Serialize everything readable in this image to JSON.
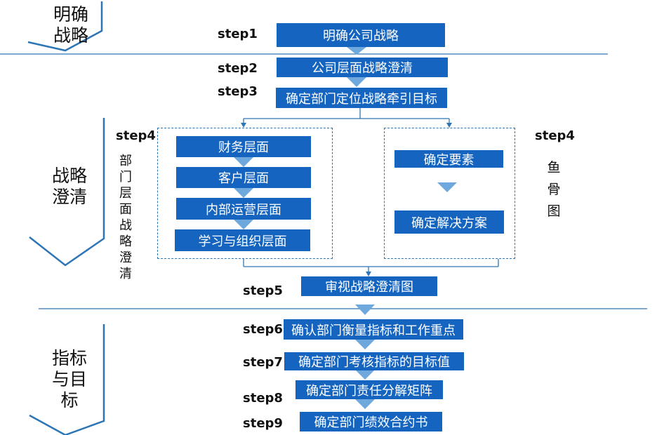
{
  "phases": {
    "clarify_strategy": "明确\n战略",
    "strategy_clarification": "战略\n澄清",
    "indicators_targets": "指标\n与目\n标"
  },
  "steps": {
    "step1": {
      "label": "step1",
      "text": "明确公司战略"
    },
    "step2": {
      "label": "step2",
      "text": "公司层面战略澄清"
    },
    "step3": {
      "label": "step3",
      "text": "确定部门定位战略牵引目标"
    },
    "step4_left": {
      "label": "step4"
    },
    "step4_right": {
      "label": "step4"
    },
    "step5": {
      "label": "step5",
      "text": "审视战略澄清图"
    },
    "step6": {
      "label": "step6",
      "text": "确认部门衡量指标和工作重点"
    },
    "step7": {
      "label": "step7",
      "text": "确定部门考核指标的目标值"
    },
    "step8": {
      "label": "step8",
      "text": "确定部门责任分解矩阵"
    },
    "step9": {
      "label": "step9",
      "text": "确定部门绩效合约书"
    }
  },
  "left_group": {
    "vertical_label": "部门层面战略澄清",
    "items": [
      "财务层面",
      "客户层面",
      "内部运营层面",
      "学习与组织层面"
    ]
  },
  "right_group": {
    "vertical_label": "鱼骨图",
    "items": [
      "确定要素",
      "确定解决方案"
    ]
  },
  "colors": {
    "box_fill": "#1565C0",
    "box_text": "#ffffff",
    "arrow_fill": "#6FA8DC",
    "line": "#2E75B6",
    "phase_chevron": "#2E75B6"
  }
}
